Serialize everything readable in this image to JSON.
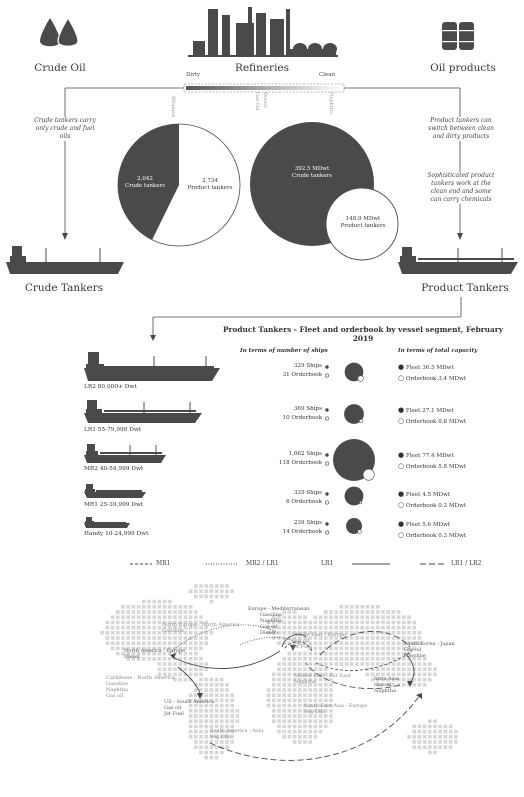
{
  "header": {
    "crude_oil": "Crude Oil",
    "refineries": "Refineries",
    "oil_products": "Oil products",
    "dirty": "Dirty",
    "clean": "Clean",
    "scale_labels": [
      "Bitumen",
      "Diesel",
      "Gas Oil",
      "Naphtha"
    ]
  },
  "notes": {
    "crude_note": "Crude tankers carry only crude and fuel oils",
    "product_note_1": "Product tankers can switch between clean and dirty products",
    "product_note_2": "Sophisticated product tankers work at the clean end and some can carry chemicals"
  },
  "pie": {
    "crude_value": "2,042",
    "crude_label": "Crude tankers",
    "product_value": "2,734",
    "product_label": "Product tankers",
    "crude_share": 0.4274
  },
  "bubbles": {
    "crude_value": "392.5 MDwt",
    "crude_label": "Crude tankers",
    "product_value": "148.9 MDwt",
    "product_label": "Product tankers"
  },
  "labels": {
    "crude_tankers": "Crude Tankers",
    "product_tankers": "Product Tankers"
  },
  "fleet": {
    "title": "Product Tankers - Fleet and orderbook by vessel segment, February 2019",
    "col1": "In terms of number of ships",
    "col2": "In terms of total capacity",
    "rows": [
      {
        "segment": "LR2 80,000+ Dwt",
        "ships": "329 Ships",
        "orderbook": "31 Orderbook",
        "fleet_cap": "Fleet 36.5 MDwt",
        "order_cap": "Orderbook 3.4 MDwt",
        "ships_n": 329,
        "order_n": 31
      },
      {
        "segment": "LR1 55-79,999 Dwt",
        "ships": "369 Ships",
        "orderbook": "10 Orderbook",
        "fleet_cap": "Fleet 27.1 MDwt",
        "order_cap": "Orderbook 0.8 MDwt",
        "ships_n": 369,
        "order_n": 10
      },
      {
        "segment": "MR2 40-54,999 Dwt",
        "ships": "1,662 Ships",
        "orderbook": "118 Orderbook",
        "fleet_cap": "Fleet 77.4 MDwt",
        "order_cap": "Orderbook 5.8 MDwt",
        "ships_n": 1662,
        "order_n": 118
      },
      {
        "segment": "MR1 25-39,999 Dwt",
        "ships": "335 Ships",
        "orderbook": "6 Orderbook",
        "fleet_cap": "Fleet 4.5 MDwt",
        "order_cap": "Orderbook 0.2 MDwt",
        "ships_n": 335,
        "order_n": 6
      },
      {
        "segment": "Handy 10-24,999 Dwt",
        "ships": "239 Ships",
        "orderbook": "14 Orderbook",
        "fleet_cap": "Fleet 5.6 MDwt",
        "order_cap": "Orderbook 0.3 MDwt",
        "ships_n": 239,
        "order_n": 14
      }
    ]
  },
  "legend": [
    "MR1",
    "MR2 / LR1",
    "LR1",
    "LR1 / LR2"
  ],
  "routes": {
    "europe_med": [
      "Europe - Mediterranean",
      "Gasoline",
      "Naphtha",
      "Gas oil",
      "Diesel"
    ],
    "north_europe": [
      "North Europe - North America",
      "Gasoline"
    ],
    "north_america": [
      "North America - Europe",
      "Diesel"
    ],
    "me_europe": [
      "Middle East - Europe",
      "Gas oil",
      "Jet Fuel"
    ],
    "sk_japan": [
      "South Korea - Japan",
      "Gas oil",
      "Gasoline"
    ],
    "caribbean": [
      "Caribbean - North America",
      "Gasoline",
      "Naphtha",
      "Gas oil"
    ],
    "me_far_east": [
      "Middle East - Far East",
      "Naphtha"
    ],
    "intra_asia": [
      "Intra Asia",
      "Gas oil",
      "Naphtha"
    ],
    "us_south_america": [
      "US - South America",
      "Gas oil",
      "Jet Fuel"
    ],
    "se_asia_europe": [
      "South East Asia - Europe",
      "Veg Oils"
    ],
    "sa_asia": [
      "South America - Asia",
      "Veg Oils"
    ]
  },
  "colors": {
    "dark": "#4a4a4a",
    "text": "#3a3a3a",
    "light": "#ffffff",
    "map_dots": "#d6d6d6"
  }
}
